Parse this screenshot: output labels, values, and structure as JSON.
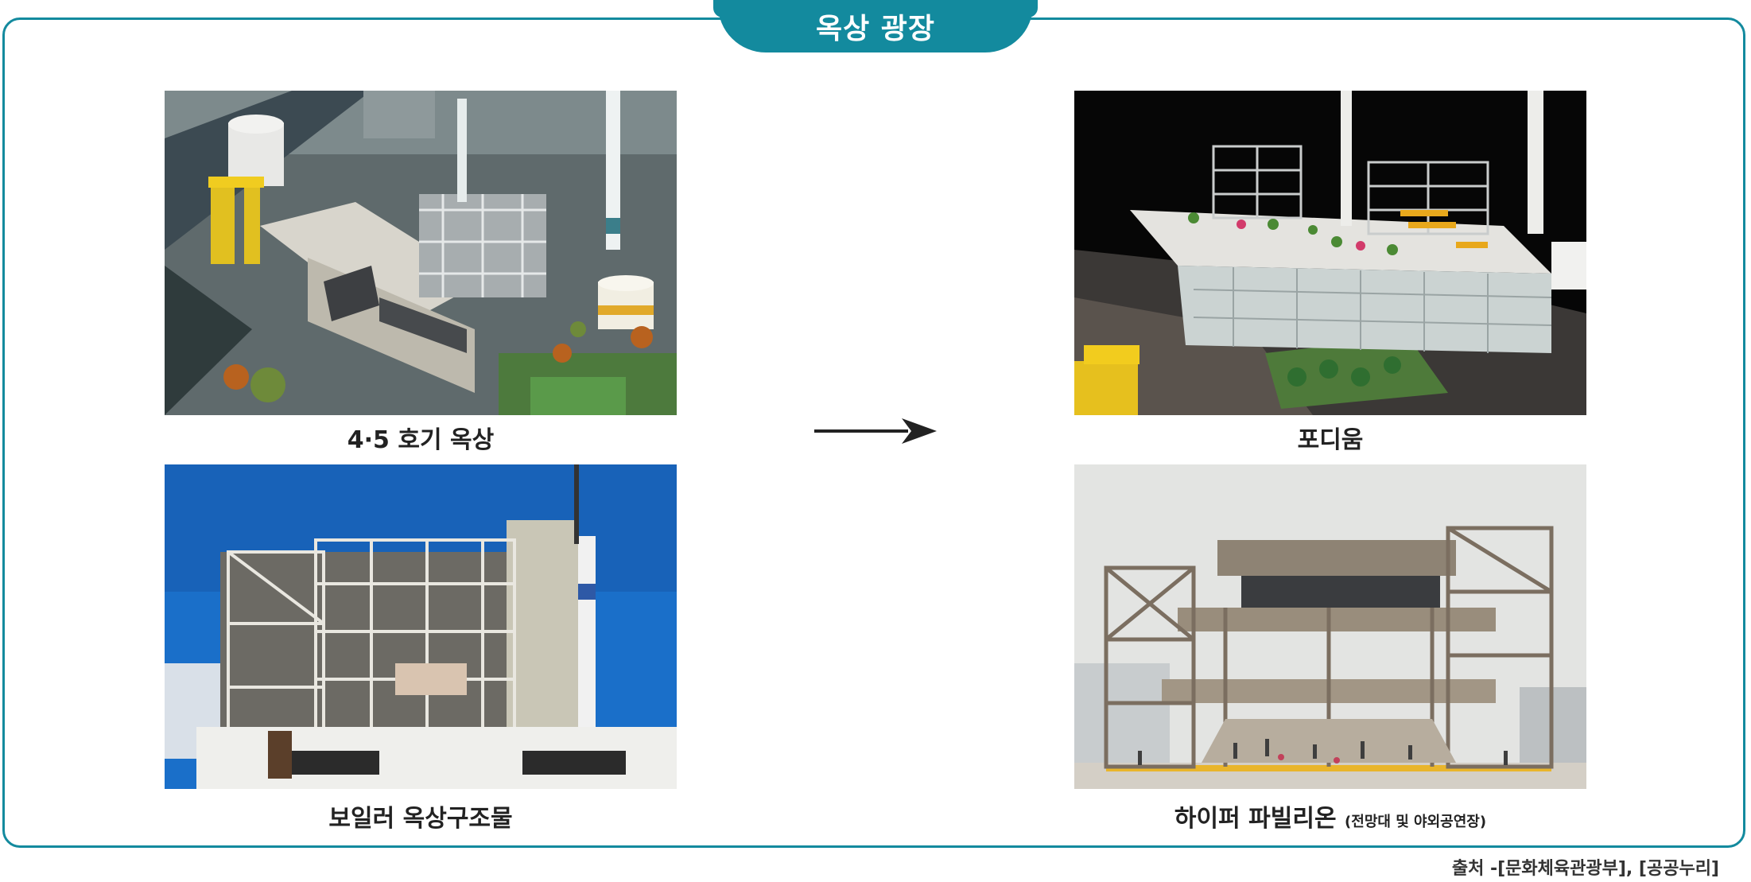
{
  "title": "옥상 광장",
  "panels": [
    {
      "caption": "4·5 호기 옥상"
    },
    {
      "caption": "포디움"
    },
    {
      "caption": "보일러 옥상구조물"
    },
    {
      "caption": "하이퍼 파빌리온",
      "caption_note": "(전망대 및 야외공연장)"
    }
  ],
  "source": "출처 -[문화체육관광부], [공공누리]",
  "colors": {
    "accent": "#138a9e",
    "text": "#222222"
  },
  "icons": {
    "arrow": "right-arrow-icon"
  }
}
